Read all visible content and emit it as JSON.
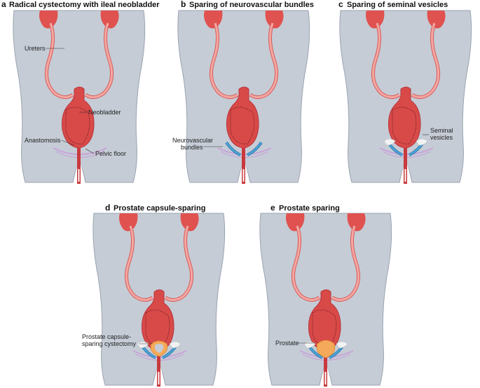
{
  "colors": {
    "body": "#c5ccd6",
    "body_edge": "#9aa3b0",
    "kidney": "#e0524f",
    "ureter": "#f4a7a3",
    "ureter_edge": "#d65b57",
    "bladder": "#d84a48",
    "bladder_dark": "#b8343a",
    "urethra": "#c83a3e",
    "pelvic_floor": "#c9a3d8",
    "nerve": "#4aa3d8",
    "vesicle": "#f2f2f2",
    "prostate": "#f5a95a"
  },
  "panels": [
    {
      "letter": "a",
      "title": "Radical cystectomy with ileal neobladder",
      "labels": [
        "Ureters",
        "Neobladder",
        "Anastomosis",
        "Pelvic floor"
      ]
    },
    {
      "letter": "b",
      "title": "Sparing of neurovascular bundles",
      "labels": [
        "Neurovascular",
        "bundles"
      ]
    },
    {
      "letter": "c",
      "title": "Sparing of seminal vesicles",
      "labels": [
        "Seminal",
        "vesicles"
      ]
    },
    {
      "letter": "d",
      "title": "Prostate capsule-sparing",
      "labels": [
        "Prostate capsule-",
        "sparing cystectomy"
      ]
    },
    {
      "letter": "e",
      "title": "Prostate sparing",
      "labels": [
        "Prostate"
      ]
    }
  ]
}
